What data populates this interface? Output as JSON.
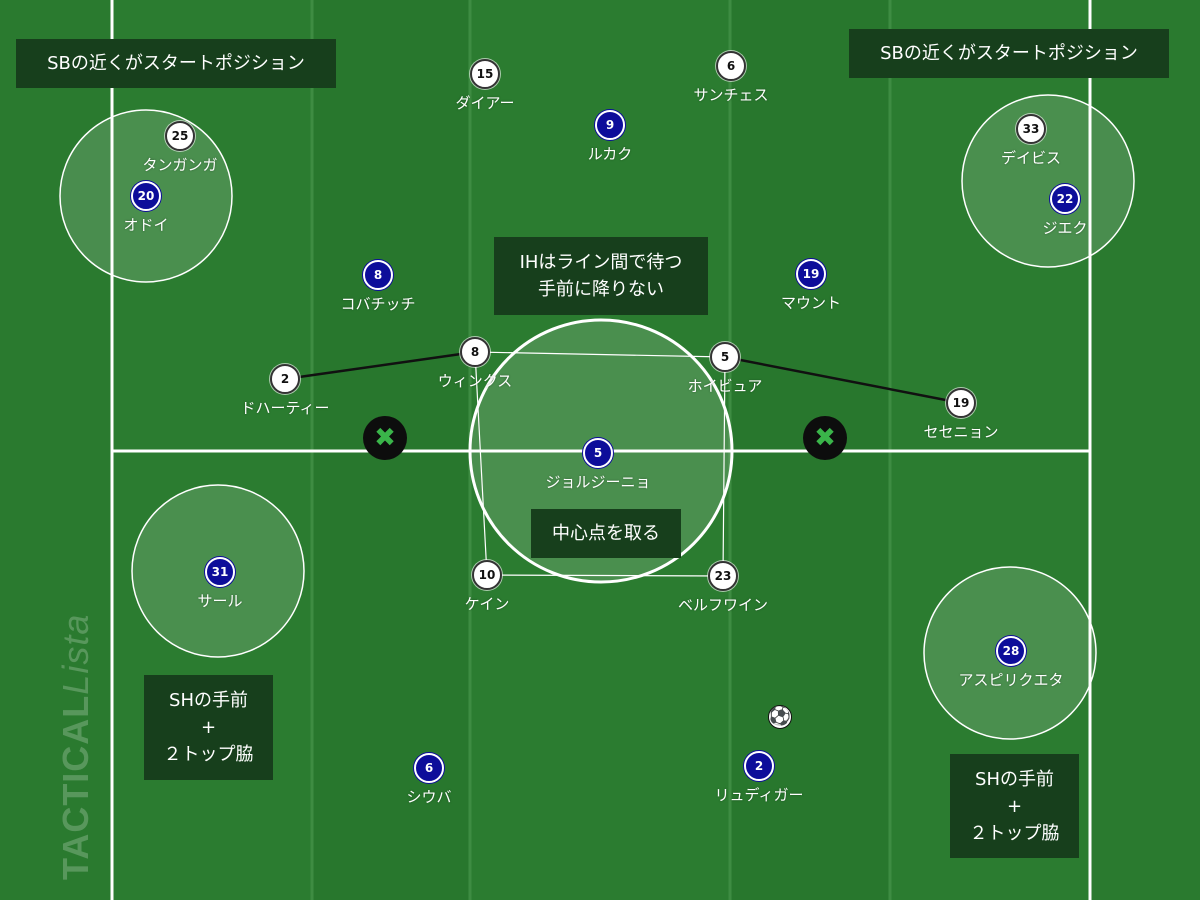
{
  "notes": {
    "sb_left": "SBの近くがスタートポジション",
    "sb_right": "SBの近くがスタートポジション",
    "ih_line1": "IHはライン間で待つ",
    "ih_line2": "手前に降りない",
    "center": "中心点を取る",
    "sh_left_line1": "SHの手前",
    "sh_left_line2": "+",
    "sh_left_line3": "２トップ脇",
    "sh_right_line1": "SHの手前",
    "sh_right_line2": "+",
    "sh_right_line3": "２トップ脇"
  },
  "players": {
    "dier": {
      "number": "15",
      "name": "ダイアー",
      "team": "white"
    },
    "sanchez": {
      "number": "6",
      "name": "サンチェス",
      "team": "white"
    },
    "tanganga": {
      "number": "25",
      "name": "タンガンガ",
      "team": "white"
    },
    "davies": {
      "number": "33",
      "name": "デイビス",
      "team": "white"
    },
    "doherty": {
      "number": "2",
      "name": "ドハーティー",
      "team": "white"
    },
    "winks": {
      "number": "8",
      "name": "ウィンクス",
      "team": "white"
    },
    "hojbjerg": {
      "number": "5",
      "name": "ホイビュア",
      "team": "white"
    },
    "sessegnon": {
      "number": "19",
      "name": "セセニョン",
      "team": "white"
    },
    "kane": {
      "number": "10",
      "name": "ケイン",
      "team": "white"
    },
    "bergwijn": {
      "number": "23",
      "name": "ベルフワイン",
      "team": "white"
    },
    "lukaku": {
      "number": "9",
      "name": "ルカク",
      "team": "blue"
    },
    "odoi": {
      "number": "20",
      "name": "オドイ",
      "team": "blue"
    },
    "james": {
      "number": "22",
      "name": "ジエク",
      "team": "blue"
    },
    "kovacic": {
      "number": "8",
      "name": "コバチッチ",
      "team": "blue"
    },
    "mount": {
      "number": "19",
      "name": "マウント",
      "team": "blue"
    },
    "jorginho": {
      "number": "5",
      "name": "ジョルジーニョ",
      "team": "blue"
    },
    "saul": {
      "number": "31",
      "name": "サール",
      "team": "blue"
    },
    "azpilicueta": {
      "number": "28",
      "name": "アスピリクエタ",
      "team": "blue"
    },
    "silva": {
      "number": "6",
      "name": "シウバ",
      "team": "blue"
    },
    "rudiger": {
      "number": "2",
      "name": "リュディガー",
      "team": "blue"
    }
  },
  "icons": {
    "block_mark": "x-mark-icon",
    "ball": "soccer-ball-icon"
  },
  "colors": {
    "pitch": "#2a7a2f",
    "note_bg": "#173f1c",
    "home_team": "#ffffff",
    "away_team": "#0d0d9a",
    "x_mark": "#3ab54a"
  },
  "watermark": {
    "main": "TACTICAL",
    "suffix": "ista",
    "middle": "L"
  }
}
